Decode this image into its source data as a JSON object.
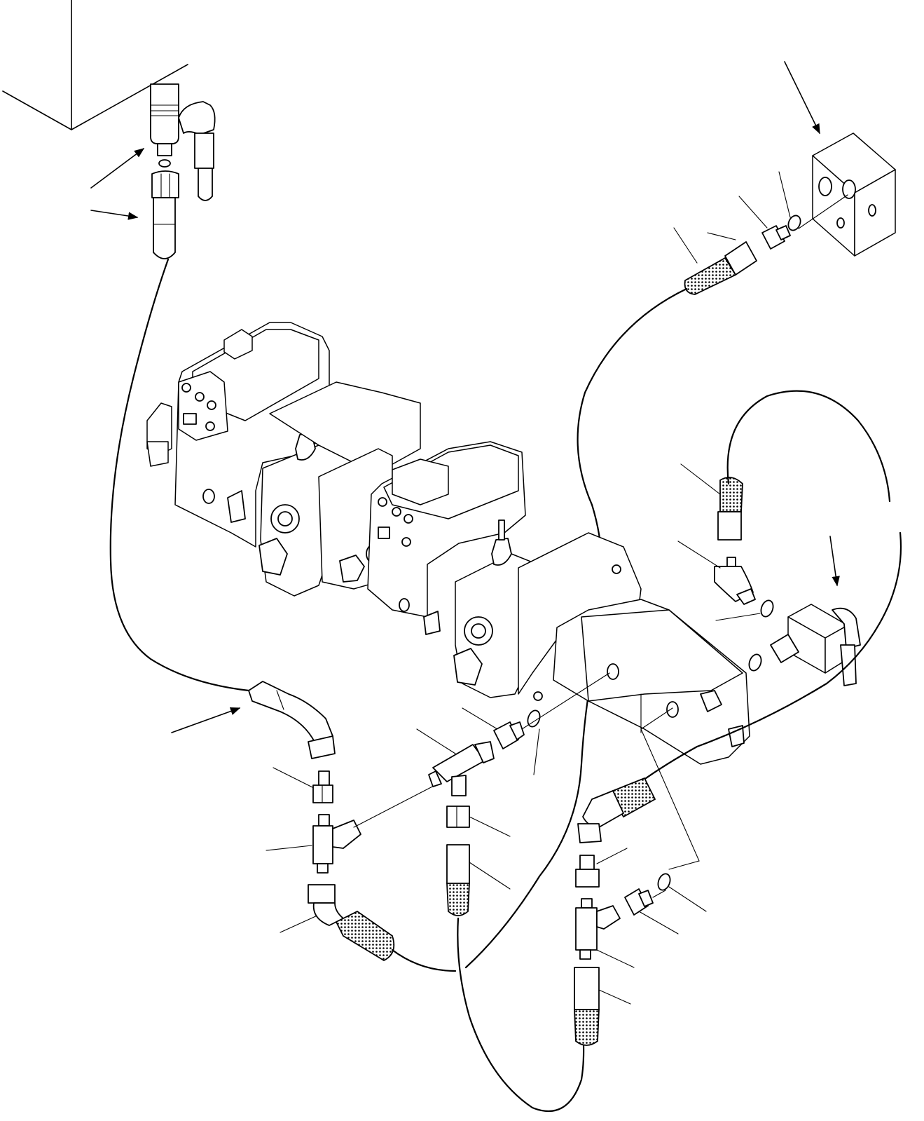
{
  "diagram": {
    "kind": "exploded parts diagram",
    "labels_present": false,
    "colors": {
      "line": "#000000",
      "background": "#ffffff"
    },
    "components": [
      "tank",
      "tank-elbow",
      "tank-nipple",
      "tank-adapter",
      "tank-hose",
      "block-valve",
      "block-hose",
      "block-nut",
      "block-oring",
      "pump-assembly",
      "left-tee",
      "left-elbow",
      "left-nut",
      "middle-tee",
      "middle-nut",
      "middle-hose",
      "valve-block-right",
      "right-elbow",
      "right-hose",
      "right-tee",
      "right-nut",
      "right-connector",
      "right-oring",
      "right-lower-hose"
    ]
  }
}
